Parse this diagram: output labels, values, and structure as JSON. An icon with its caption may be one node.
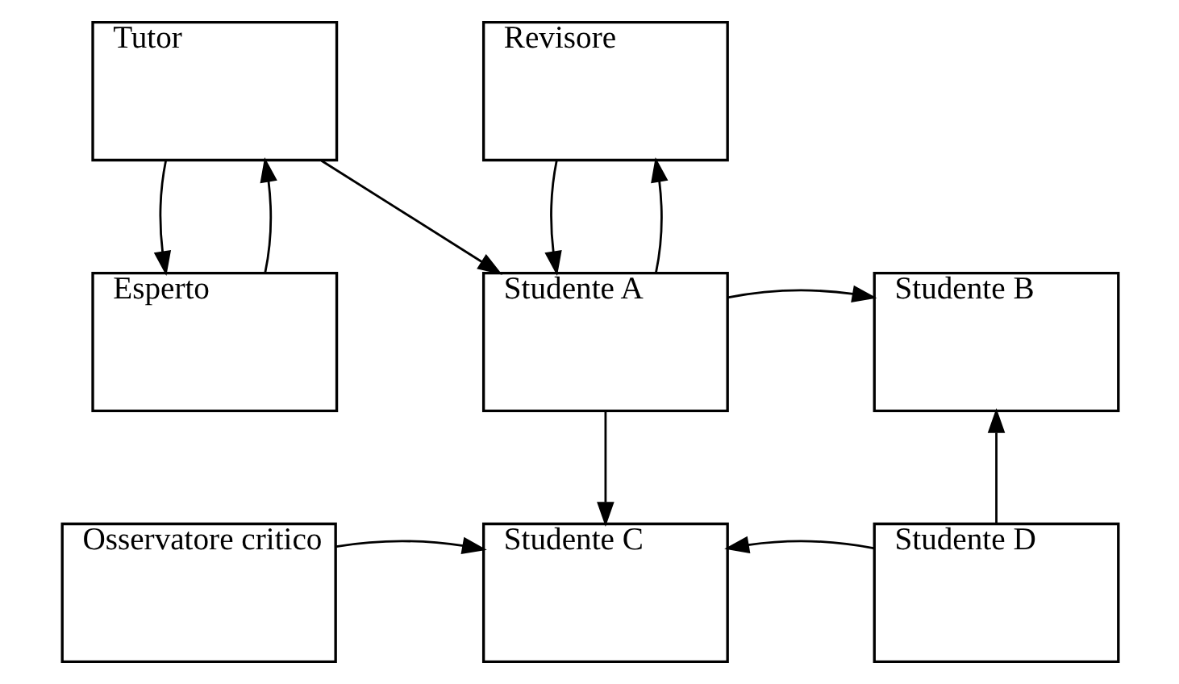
{
  "diagram": {
    "nodes": [
      {
        "text": [
          "Tutor"
        ]
      },
      {
        "text": [
          "Revisore"
        ]
      },
      {
        "text": [
          "Esperto"
        ]
      },
      {
        "text": [
          "Studente A"
        ]
      },
      {
        "text": [
          "Studente B"
        ]
      },
      {
        "text": [
          "Osservatore critico"
        ]
      },
      {
        "text": [
          "Studente C"
        ]
      },
      {
        "text": [
          "Studente D"
        ]
      }
    ],
    "edges": [
      {
        "from": 0,
        "to": 2,
        "arrow": "to"
      },
      {
        "from": 2,
        "to": 0,
        "arrow": "to"
      },
      {
        "from": 0,
        "to": 3,
        "arrow": "to"
      },
      {
        "from": 1,
        "to": 3,
        "arrow": "to"
      },
      {
        "from": 3,
        "to": 1,
        "arrow": "to"
      },
      {
        "from": 3,
        "to": 4,
        "arrow": "to"
      },
      {
        "from": 3,
        "to": 6,
        "arrow": "to"
      },
      {
        "from": 5,
        "to": 6,
        "arrow": "to"
      },
      {
        "from": 7,
        "to": 6,
        "arrow": "to"
      },
      {
        "from": 7,
        "to": 4,
        "arrow": "to"
      }
    ]
  }
}
